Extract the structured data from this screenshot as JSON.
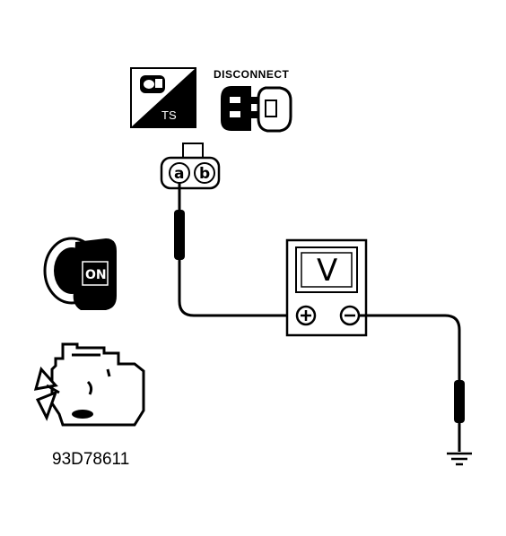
{
  "diagram": {
    "ts_label": "TS",
    "disconnect_label": "DISCONNECT",
    "connector": {
      "pin_a": "a",
      "pin_b": "b"
    },
    "meter": {
      "label": "V",
      "plus": "+",
      "minus": "−"
    },
    "ignition": {
      "label": "ON"
    },
    "figure_code": "93D78611"
  }
}
